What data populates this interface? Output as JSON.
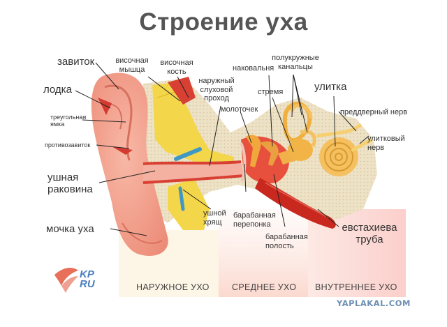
{
  "title": "Строение уха",
  "labels": {
    "zavitok": "завиток",
    "lodka": "лодка",
    "treug_1": "треугольная",
    "treug_2": "ямка",
    "protivozavitok": "противозавиток",
    "ushnaya_1": "ушная",
    "ushnaya_2": "раковина",
    "mochka": "мочка уха",
    "visochnaya_myshca_1": "височная",
    "visochnaya_myshca_2": "мышца",
    "visochnaya_kost_1": "височная",
    "visochnaya_kost_2": "кость",
    "prokhod_1": "наружный",
    "prokhod_2": "слуховой",
    "prokhod_3": "проход",
    "molotochek": "молоточек",
    "nakovalnya": "наковальня",
    "kanaltsy_1": "полукружные",
    "kanaltsy_2": "канальцы",
    "stremya": "стремя",
    "ulitka": "улитка",
    "predvernyi": "преддверный нерв",
    "ulitkovyi_1": "улитковый",
    "ulitkovyi_2": "нерв",
    "ushnoi_khryasch_1": "ушной",
    "ushnoi_khryasch_2": "хрящ",
    "pereponka_1": "барабанная",
    "pereponka_2": "перепонка",
    "polost_1": "барабанная",
    "polost_2": "полость",
    "evstakh_1": "евстахиева",
    "evstakh_2": "труба"
  },
  "zones": {
    "outer": "НАРУЖНОЕ УХО",
    "middle": "СРЕДНЕЕ УХО",
    "inner": "ВНУТРЕННЕЕ УХО"
  },
  "logo": {
    "line1": "KP",
    "line2": "RU"
  },
  "watermark": "YAPLAKAL.COM",
  "colors": {
    "skin": "#f3a391",
    "skin_dark": "#e6826f",
    "bone": "#eee2c6",
    "bone_dots": "#d9cba8",
    "muscle": "#d84033",
    "cartilage": "#f3d64a",
    "canal_blue": "#4aa0c8",
    "ossicle": "#f0b040",
    "cochlea": "#f4c060",
    "tube": "#c8281e",
    "zone_outer": "#fdf6e8",
    "zone_middle": "#fbe2dc",
    "zone_inner": "#fcd9d6"
  }
}
